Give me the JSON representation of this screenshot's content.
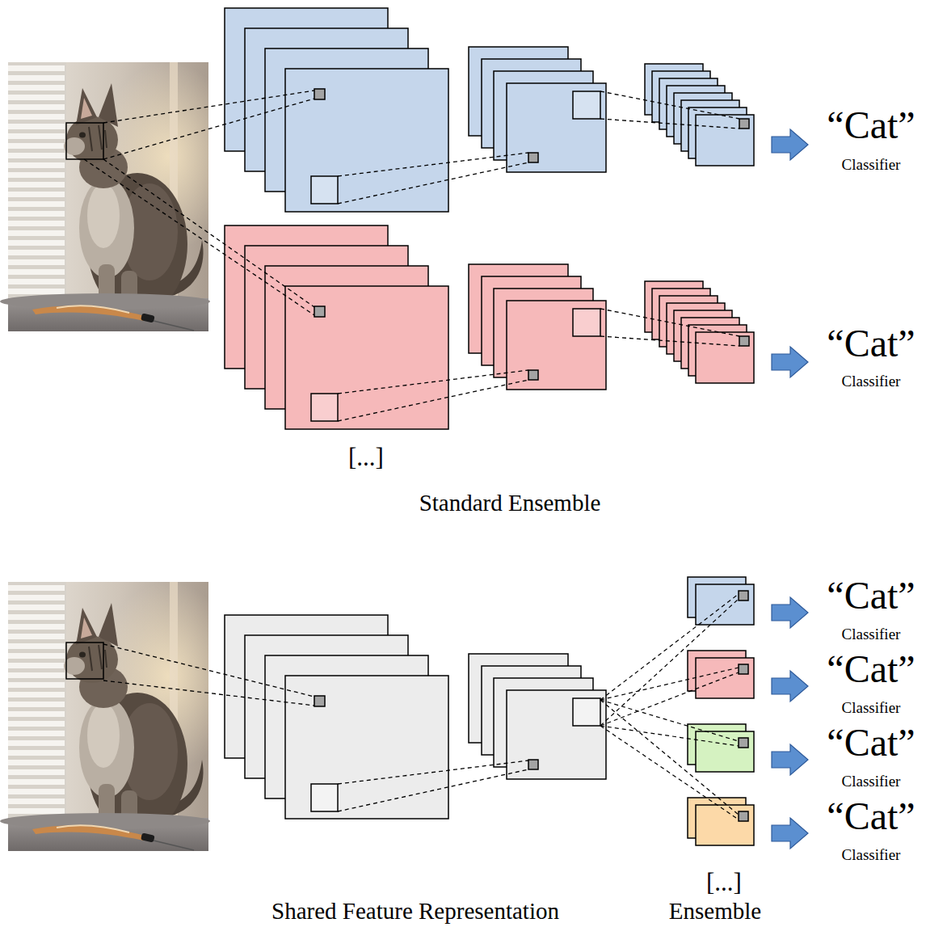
{
  "diagram": {
    "labels": [
      "“Cat”",
      "Classifier",
      "“Cat”",
      "Classifier",
      "[...]",
      "Standard Ensemble",
      "“Cat”",
      "Classifier",
      "“Cat”",
      "Classifier",
      "“Cat”",
      "Classifier",
      "“Cat”",
      "Classifier",
      "[...]",
      "Shared Feature Representation",
      "Ensemble"
    ]
  }
}
